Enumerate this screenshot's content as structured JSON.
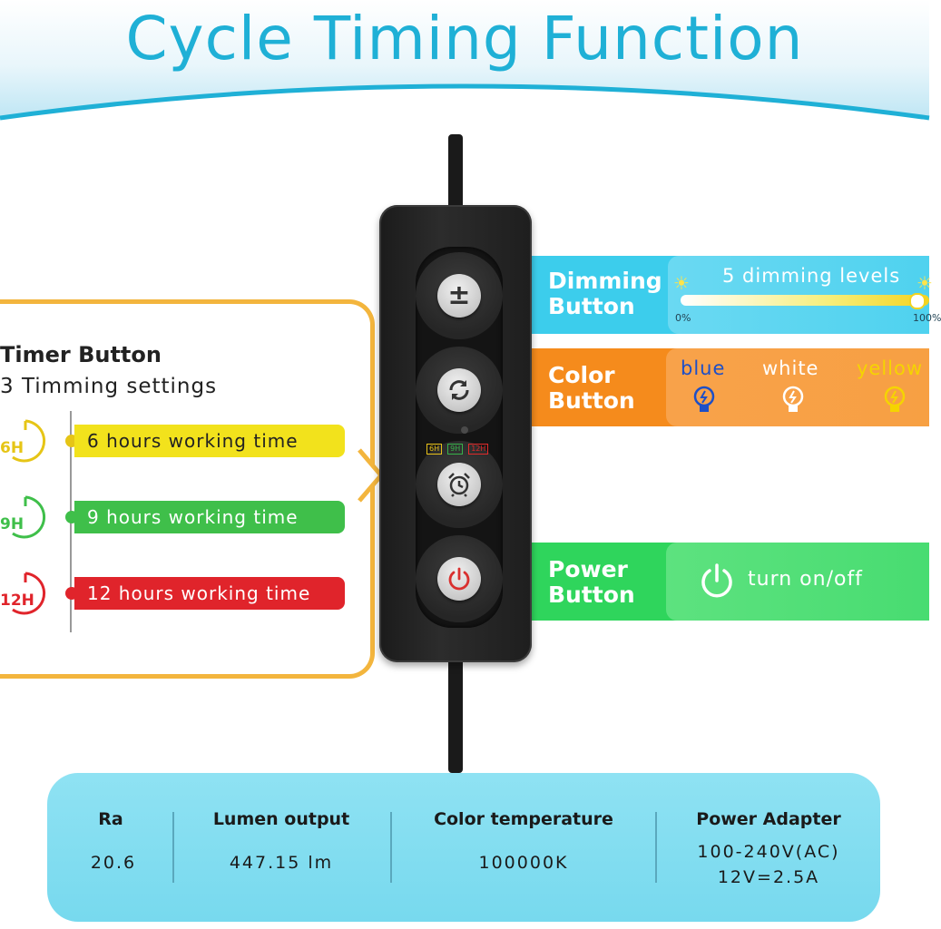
{
  "title": "Cycle Timing Function",
  "dimming": {
    "label_line1": "Dimming",
    "label_line2": "Button",
    "levels_text": "5 dimming levels",
    "min_label": "0%",
    "max_label": "100%"
  },
  "color": {
    "label_line1": "Color",
    "label_line2": "Button",
    "options": [
      "blue",
      "white",
      "yellow"
    ],
    "option_colors": [
      "#1d4fc7",
      "#ffffff",
      "#f5d400"
    ]
  },
  "power": {
    "label_line1": "Power",
    "label_line2": "Button",
    "text": "turn on/off"
  },
  "timer": {
    "heading": "Timer Button",
    "subheading": "3 Timming settings",
    "settings": [
      {
        "hour": "6H",
        "text": "6 hours working time",
        "color": "#f2e21c"
      },
      {
        "hour": "9H",
        "text": "9 hours working time",
        "color": "#3fbf4a"
      },
      {
        "hour": "12H",
        "text": "12 hours working time",
        "color": "#e0242b"
      }
    ]
  },
  "remote": {
    "led_labels": [
      "6H",
      "9H",
      "12H"
    ],
    "led_colors": [
      "#e8c21a",
      "#37b24a",
      "#e02a2a"
    ]
  },
  "specs": {
    "columns": [
      {
        "head": "Ra",
        "value_lines": [
          "20.6"
        ]
      },
      {
        "head": "Lumen output",
        "value_lines": [
          "447.15 lm"
        ]
      },
      {
        "head": "Color temperature",
        "value_lines": [
          "100000K"
        ]
      },
      {
        "head": "Power Adapter",
        "value_lines": [
          "100-240V(AC)",
          "12V=2.5A"
        ]
      }
    ]
  }
}
